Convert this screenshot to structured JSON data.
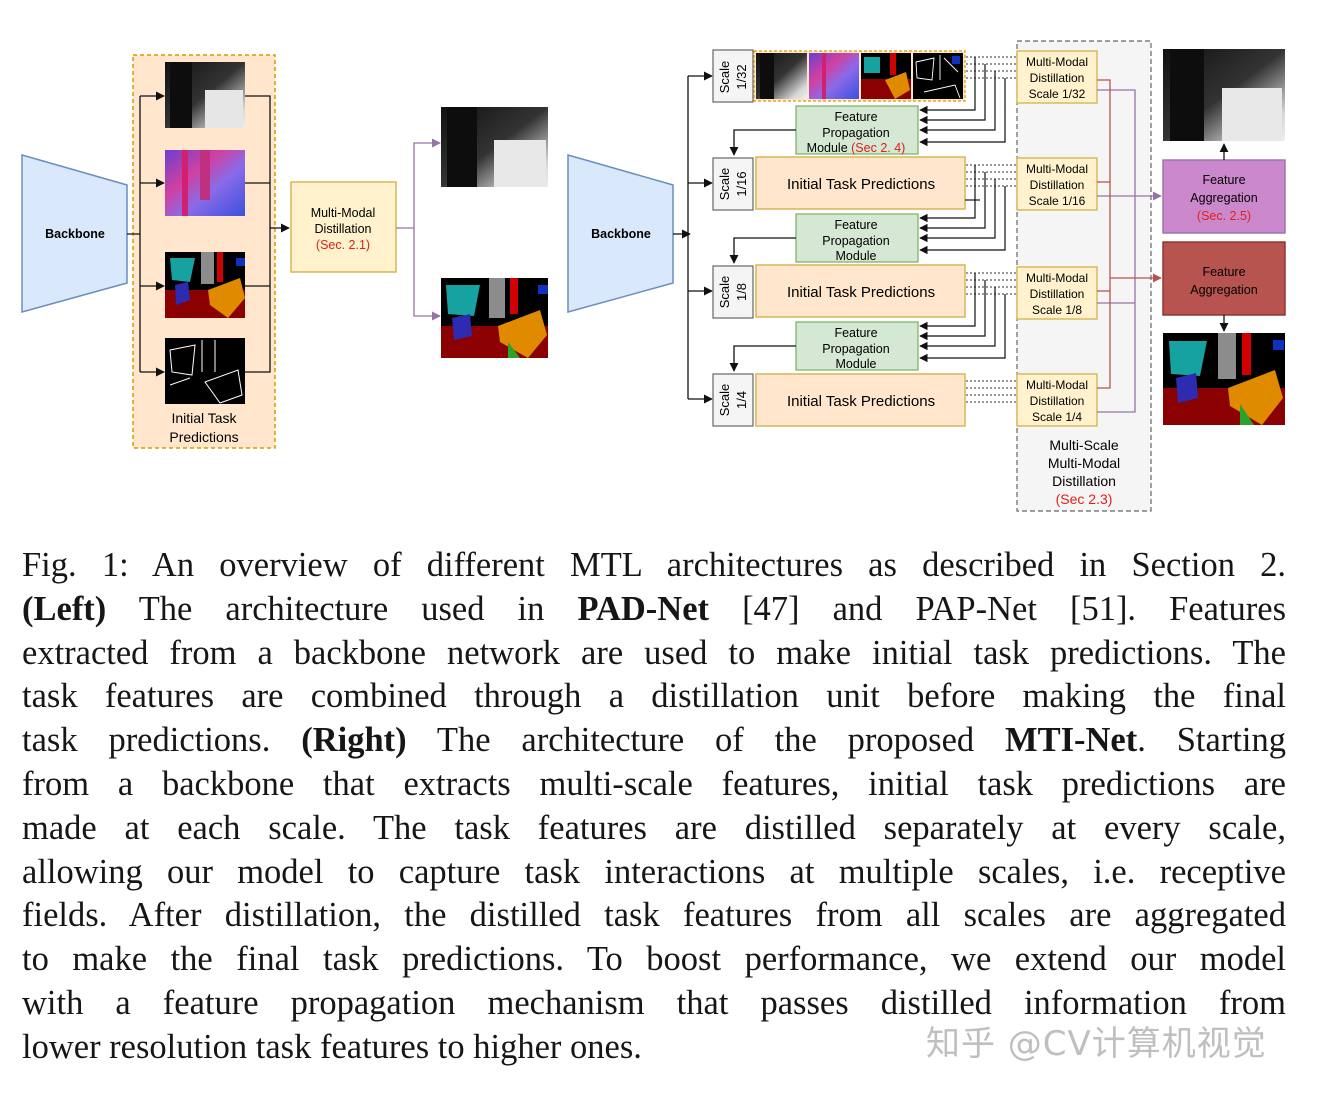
{
  "figure": {
    "left": {
      "backbone_label": "Backbone",
      "initial_predictions_label": [
        "Initial Task",
        "Predictions"
      ],
      "distillation_label": [
        "Multi-Modal",
        "Distillation"
      ],
      "distillation_ref": "(Sec. 2.1)"
    },
    "right": {
      "backbone_label": "Backbone",
      "scales": [
        {
          "label": "Scale",
          "value": "1/32"
        },
        {
          "label": "Scale",
          "value": "1/16"
        },
        {
          "label": "Scale",
          "value": "1/8"
        },
        {
          "label": "Scale",
          "value": "1/4"
        }
      ],
      "initial_task_predictions_label": "Initial Task Predictions",
      "fpm": [
        {
          "lines": [
            "Feature",
            "Propagation"
          ],
          "last": "Module ",
          "ref": "(Sec 2. 4)"
        },
        {
          "lines": [
            "Feature",
            "Propagation"
          ],
          "last": "Module",
          "ref": ""
        },
        {
          "lines": [
            "Feature",
            "Propagation"
          ],
          "last": "Module",
          "ref": ""
        }
      ],
      "distillation_units": [
        {
          "lines": [
            "Multi-Modal",
            "Distillation",
            "Scale 1/32"
          ]
        },
        {
          "lines": [
            "Multi-Modal",
            "Distillation",
            "Scale 1/16"
          ]
        },
        {
          "lines": [
            "Multi-Modal",
            "Distillation",
            "Scale 1/8"
          ]
        },
        {
          "lines": [
            "Multi-Modal",
            "Distillation",
            "Scale 1/4"
          ]
        }
      ],
      "multiscale_label": [
        "Multi-Scale",
        "Multi-Modal",
        "Distillation"
      ],
      "multiscale_ref": "(Sec 2.3)",
      "feature_aggregation_1": {
        "lines": [
          "Feature",
          "Aggregation"
        ],
        "ref": "(Sec. 2.5)"
      },
      "feature_aggregation_2": {
        "lines": [
          "Feature",
          "Aggregation"
        ]
      }
    },
    "colors": {
      "backbone_fill": "#dae8fc",
      "backbone_stroke": "#6c8ebf",
      "orange_fill": "#ffe6cc",
      "orange_stroke": "#d79b00",
      "yellow_fill": "#fff2cc",
      "yellow_stroke": "#d6b656",
      "green_fill": "#d5e8d4",
      "green_stroke": "#82b366",
      "purple_fill": "#cc88cc",
      "red_fill": "#b85450",
      "arrow_purple": "#9673a6",
      "arrow_red": "#b85450",
      "ref_red": "#e0201b"
    }
  },
  "caption": {
    "lines": [
      [
        {
          "t": "Fig. 1: An overview of different MTL architectures as described in Section 2."
        }
      ],
      [
        {
          "t": "(Left)",
          "b": true
        },
        {
          "t": " The architecture used in "
        },
        {
          "t": "PAD-Net",
          "b": true
        },
        {
          "t": " [47] and PAP-Net [51]. Features"
        }
      ],
      [
        {
          "t": "extracted from a backbone network are used to make initial task predictions. The"
        }
      ],
      [
        {
          "t": "task features are combined through a distillation unit before making the final"
        }
      ],
      [
        {
          "t": "task predictions. "
        },
        {
          "t": "(Right)",
          "b": true
        },
        {
          "t": " The architecture of the proposed "
        },
        {
          "t": "MTI-Net",
          "b": true
        },
        {
          "t": ". Starting"
        }
      ],
      [
        {
          "t": "from a backbone that extracts multi-scale features, initial task predictions are"
        }
      ],
      [
        {
          "t": "made at each scale. The task features are distilled separately at every scale,"
        }
      ],
      [
        {
          "t": "allowing our model to capture task interactions at multiple scales, i.e. receptive"
        }
      ],
      [
        {
          "t": "fields. After distillation, the distilled task features from all scales are aggregated"
        }
      ],
      [
        {
          "t": "to make the final task predictions. To boost performance, we extend our model"
        }
      ],
      [
        {
          "t": "with a feature propagation mechanism that passes distilled information from"
        }
      ],
      [
        {
          "t": "lower resolution task features to higher ones."
        }
      ]
    ]
  },
  "watermark": "知乎 @CV计算机视觉"
}
